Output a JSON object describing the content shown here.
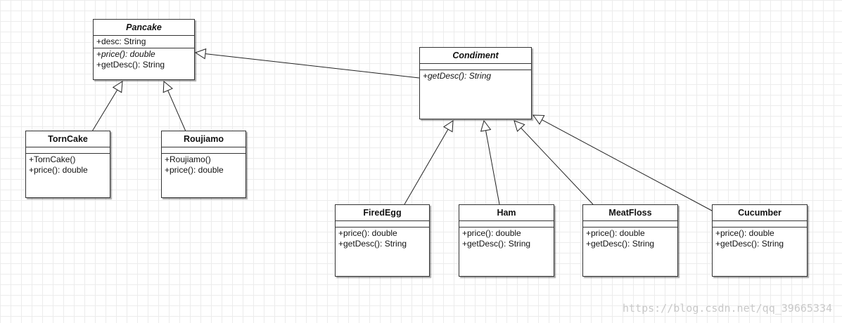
{
  "diagram": {
    "classes": {
      "pancake": {
        "name": "Pancake",
        "abstract": true,
        "attributes": [
          "+desc: String"
        ],
        "operations": [
          {
            "text": "+price(): double",
            "italic": true
          },
          {
            "text": "+getDesc(): String",
            "italic": false
          }
        ]
      },
      "condiment": {
        "name": "Condiment",
        "abstract": true,
        "attributes": [],
        "operations": [
          {
            "text": "+getDesc(): String",
            "italic": true
          }
        ]
      },
      "torncake": {
        "name": "TornCake",
        "abstract": false,
        "attributes": [],
        "operations": [
          {
            "text": "+TornCake()",
            "italic": false
          },
          {
            "text": "+price(): double",
            "italic": false
          }
        ]
      },
      "roujiamo": {
        "name": "Roujiamo",
        "abstract": false,
        "attributes": [],
        "operations": [
          {
            "text": "+Roujiamo()",
            "italic": false
          },
          {
            "text": "+price(): double",
            "italic": false
          }
        ]
      },
      "firedegg": {
        "name": "FiredEgg",
        "abstract": false,
        "attributes": [],
        "operations": [
          {
            "text": "+price(): double",
            "italic": false
          },
          {
            "text": "+getDesc(): String",
            "italic": false
          }
        ]
      },
      "ham": {
        "name": "Ham",
        "abstract": false,
        "attributes": [],
        "operations": [
          {
            "text": "+price(): double",
            "italic": false
          },
          {
            "text": "+getDesc(): String",
            "italic": false
          }
        ]
      },
      "meatfloss": {
        "name": "MeatFloss",
        "abstract": false,
        "attributes": [],
        "operations": [
          {
            "text": "+price(): double",
            "italic": false
          },
          {
            "text": "+getDesc(): String",
            "italic": false
          }
        ]
      },
      "cucumber": {
        "name": "Cucumber",
        "abstract": false,
        "attributes": [],
        "operations": [
          {
            "text": "+price(): double",
            "italic": false
          },
          {
            "text": "+getDesc(): String",
            "italic": false
          }
        ]
      }
    },
    "generalizations": [
      {
        "from": "torncake",
        "to": "pancake"
      },
      {
        "from": "roujiamo",
        "to": "pancake"
      },
      {
        "from": "condiment",
        "to": "pancake"
      },
      {
        "from": "firedegg",
        "to": "condiment"
      },
      {
        "from": "ham",
        "to": "condiment"
      },
      {
        "from": "meatfloss",
        "to": "condiment"
      },
      {
        "from": "cucumber",
        "to": "condiment"
      }
    ],
    "line_color": "#222222"
  },
  "watermark": "https://blog.csdn.net/qq_39665334"
}
